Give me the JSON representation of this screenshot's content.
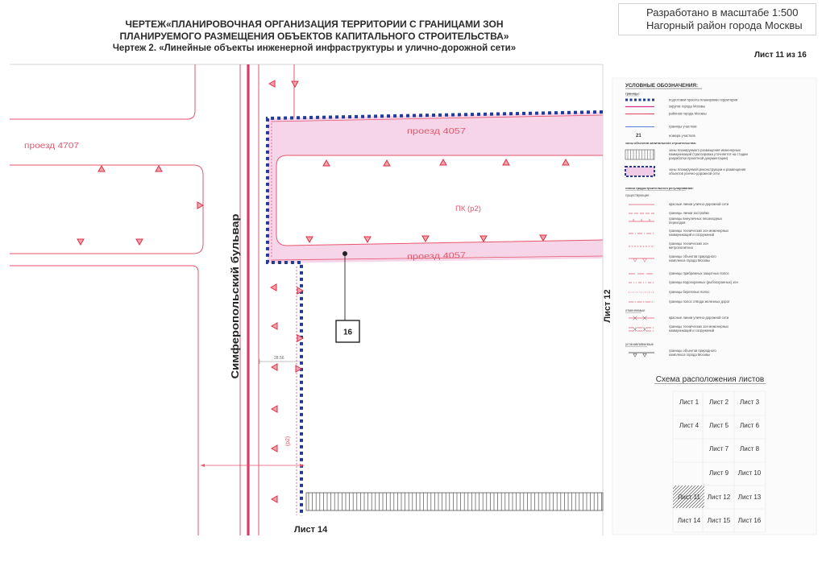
{
  "header": {
    "title_line1": "ЧЕРТЕЖ«ПЛАНИРОВОЧНАЯ ОРГАНИЗАЦИЯ ТЕРРИТОРИИ С ГРАНИЦАМИ ЗОН",
    "title_line2": "ПЛАНИРУЕМОГО РАЗМЕЩЕНИЯ ОБЪЕКТОВ КАПИТАЛЬНОГО СТРОИТЕЛЬСТВА»",
    "subtitle": "Чертеж 2. «Линейные объекты инженерной инфраструктуры и улично-дорожной сети»",
    "scale": "Разработано в масштабе 1:500",
    "district": "Нагорный район города Москвы",
    "sheet_counter": "Лист 11 из 16"
  },
  "map": {
    "road_4707": "проезд 4707",
    "road_4057_upper": "проезд 4057",
    "road_4057_lower": "проезд 4057",
    "zone_label": "ПК (р2)",
    "zone_label_vertical": "(р2)",
    "boulevard": "Симферопольский бульвар",
    "callout_number": "16",
    "dimension_label": "28.56",
    "adjacent_sheet_right": "Лист 12",
    "adjacent_sheet_bottom": "Лист 14"
  },
  "legend": {
    "title": "УСЛОВНЫЕ ОБОЗНАЧЕНИЯ:",
    "boundaries_heading": "границы:",
    "boundaries": [
      "подготовки проекта планировки территории",
      "округов города Москвы",
      "районов города Москвы",
      "границы участков"
    ],
    "parcel_number_sample": "21",
    "parcel_number_label": "номера участков",
    "zones_heading": "зоны объектов капитального строительства:",
    "zone_engineering": [
      "зоны планируемого размещения инженерных",
      "коммуникаций (трассировка уточняется на стадии",
      "разработки проектной документации)"
    ],
    "zone_road": [
      "зоны планируемой реконструкции и размещения",
      "объектов улично-дорожной сети"
    ],
    "regulation_heading": "линии градостроительного регулирования:",
    "existing_heading": "существующие",
    "existing": [
      [
        "красные линии улично-дорожной сети"
      ],
      [
        "границы линии застройки"
      ],
      [
        "границы внеуличных пешеходных",
        "переходов"
      ],
      [
        "границы технических зон инженерных",
        "коммуникаций и сооружений"
      ],
      [
        "границы технических зон",
        "метрополитена"
      ],
      [
        "границы объектов природного",
        "комплекса города Москвы"
      ],
      [
        "границы прибрежных защитных полос"
      ],
      [
        "границы водоохранных (рыбоохранных) зон"
      ],
      [
        "границы береговых полос"
      ],
      [
        "границы полос отвода железных дорог"
      ]
    ],
    "cancelled_heading": "отменяемые",
    "cancelled": [
      [
        "красные линии улично-дорожной сети"
      ],
      [
        "границы технических зон инженерных",
        "коммуникаций и сооружений"
      ]
    ],
    "established_heading": "устанавливаемые",
    "established": [
      [
        "границы объектов природного",
        "комплекса города Москвы"
      ]
    ]
  },
  "sheet_scheme": {
    "title": "Схема расположения листов",
    "current_sheet_index": 10,
    "sheets": [
      "Лист 1",
      "Лист 2",
      "Лист 3",
      "Лист 4",
      "Лист 5",
      "Лист 6",
      "Лист 7",
      "Лист 8",
      "Лист 9",
      "Лист 10",
      "Лист 11",
      "Лист 12",
      "Лист 13",
      "Лист 14",
      "Лист 15",
      "Лист 16"
    ]
  },
  "colors": {
    "red_line": "#e5566e",
    "district_boundary": "#d93a68",
    "project_boundary": "#203c96",
    "road_zone_fill": "#f6d5e9",
    "marker": "#dc2f44"
  }
}
